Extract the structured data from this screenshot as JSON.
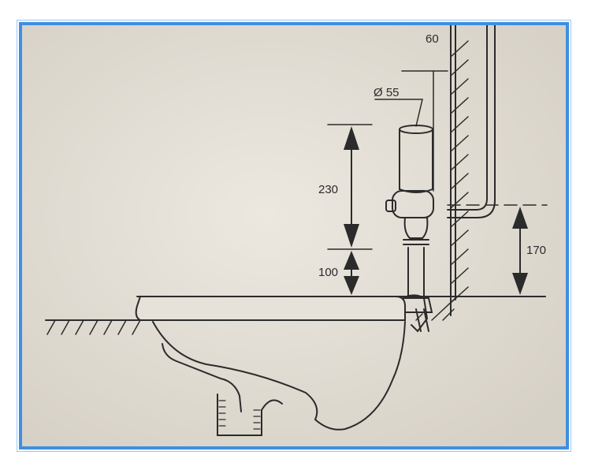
{
  "frame": {
    "border_color": "#3f8fe0",
    "paper_color": "#e3dfd6",
    "ink_color": "#2b2b2b"
  },
  "dimensions": {
    "wall_offset": "60",
    "valve_diameter": "Ø 55",
    "valve_height": "230",
    "pipe_height": "100",
    "supply_height": "170"
  }
}
